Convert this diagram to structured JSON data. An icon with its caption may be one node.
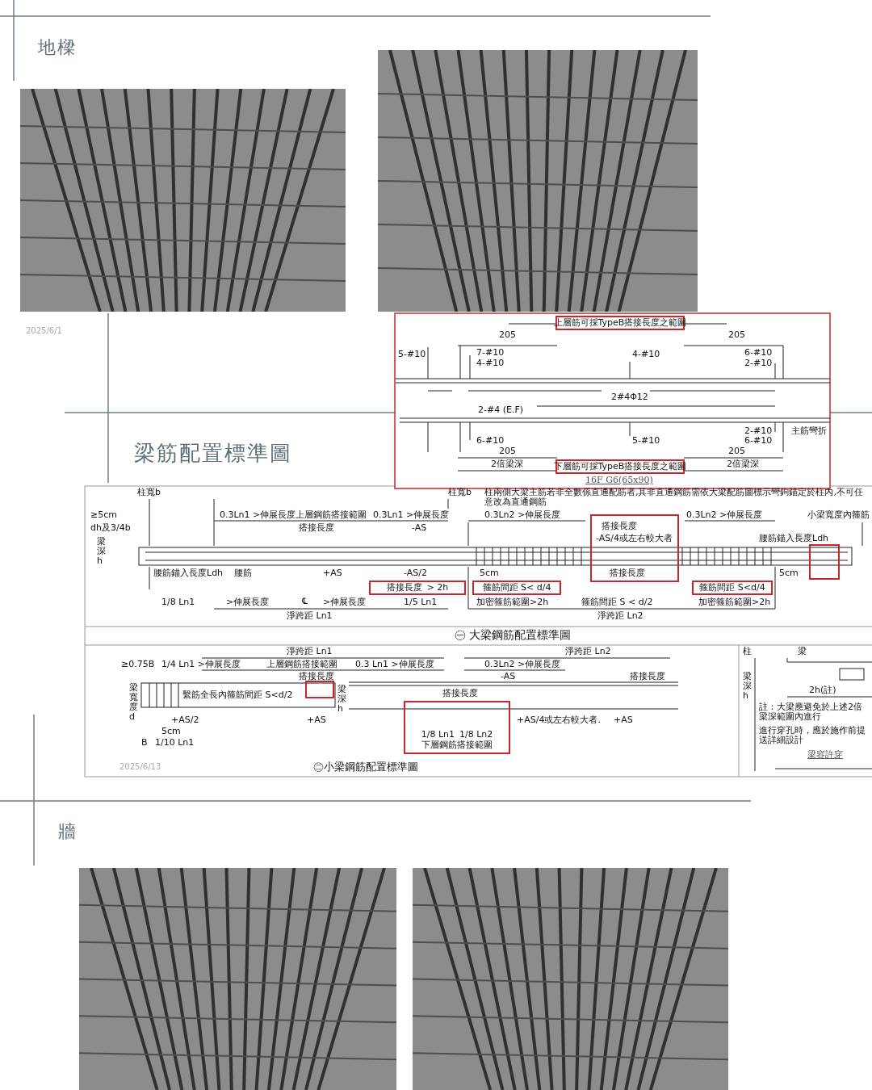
{
  "diagram": {
    "nodes": [
      {
        "text": [],
        "shape": "picture",
        "beside": [
          "2025/6/1"
        ]
      },
      {
        "text": [],
        "shape": "picture"
      },
      {
        "text": [
          "上層筋可採TypeB搭接長度之範圍"
        ]
      },
      {
        "text": [
          "下層筋可採TypeB搭接長度之範圍"
        ]
      },
      {
        "text": [],
        "shape": "box"
      },
      {
        "text": [],
        "shape": "box"
      },
      {
        "text": [
          "搭接長度",
          "> 2h"
        ]
      },
      {
        "text": [
          "箍筋間距 S< d/4"
        ]
      },
      {
        "text": [
          "箍筋間距 S<d/4"
        ]
      },
      {
        "text": [],
        "shape": "box"
      },
      {
        "text": [
          "1/8 Ln1",
          "1/8 Ln2",
          "下層鋼筋搭接範圍"
        ]
      },
      {
        "text": [],
        "shape": "picture"
      },
      {
        "text": [],
        "shape": "picture"
      }
    ],
    "labels": [
      "地樑",
      "205",
      "205",
      "5-#10",
      "7-#10",
      "4-#10",
      "6-#10",
      "4-#10",
      "2-#10",
      "2#4Φ12",
      "2-#4 (E.F)",
      "2-#10",
      "主筋彎折",
      "6-#10",
      "5-#10",
      "6-#10",
      "梁筋配置標準圖",
      "205",
      "205",
      "2倍梁深",
      "2倍梁深",
      "16F G6(65x90)",
      "柱寬b",
      "柱寬b",
      "柱兩側大梁主筋若非全數係直通配筋者,其非直通鋼筋需依大梁配筋圖標示彎鉤錨定於柱內,不可任意改為直通鋼筋",
      "≥5cm",
      "0.3Ln1 >伸展長度",
      "上層鋼筋搭接範圍",
      "0.3Ln1 >伸展長度",
      "0.3Ln2 >伸展長度",
      "0.3Ln2 >伸展長度",
      "小梁寬度內箍筋",
      "dh及3/4b",
      "搭接長度",
      "-AS",
      "搭接長度",
      "-AS/4或左右較大者",
      "腰筋錨入長度Ldh",
      "梁深h",
      "腰筋錨入長度Ldh",
      "腰筋",
      "+AS",
      "-AS/2",
      "5cm",
      "搭接長度",
      "5cm",
      "1/8 Ln1",
      ">伸展長度",
      "℄",
      ">伸展長度",
      "1/5 Ln1",
      "加密箍筋範圍>2h",
      "箍筋間距 S < d/2",
      "加密箍筋範圍>2h",
      "淨跨距 Ln1",
      "淨跨距 Ln2",
      "㊀ 大梁鋼筋配置標準圖",
      "淨跨距 Ln1",
      "淨跨距 Ln2",
      "柱",
      "梁",
      "≥0.75B",
      "1/4 Ln1 >伸展長度",
      "上層鋼筋搭接範圍",
      "0.3 Ln1 >伸展長度",
      "0.3Ln2 >伸展長度",
      "搭接長度",
      "-AS",
      "搭接長度",
      "梁深h",
      "梁寬度d",
      "繫筋全長內箍筋間距 S<d/2",
      "梁深h",
      "搭接長度",
      "2h(註)",
      "註：大梁應避免於上述2倍梁深範圍內進行",
      "+AS/2",
      "+AS",
      "+AS/4或左右較大者.",
      "+AS",
      "5cm",
      "進行穿孔時，應於施作前提送詳細設計",
      "B",
      "1/10 Ln1",
      "梁容許穿",
      "2025/6/13",
      "㊁小梁鋼筋配置標準圖",
      "牆"
    ]
  }
}
